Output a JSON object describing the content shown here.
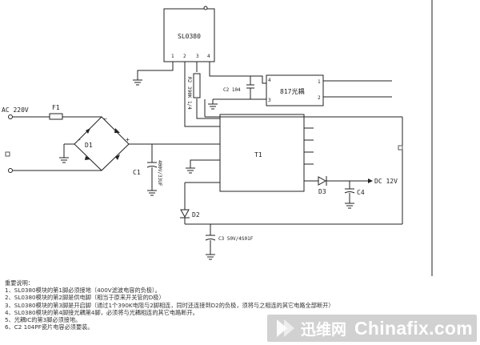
{
  "diagram": {
    "ic_sl0380": {
      "name": "SL0380",
      "pins": [
        "1",
        "2",
        "3",
        "4"
      ]
    },
    "r2": {
      "ref": "R2",
      "value": "390K 1/4"
    },
    "c2": {
      "label": "C2 104"
    },
    "optocoupler": {
      "name": "817光耦",
      "pins": [
        "4",
        "3",
        "1",
        "2"
      ]
    },
    "input": {
      "label": "AC 220V"
    },
    "fuse": {
      "ref": "F1"
    },
    "bridge": {
      "ref": "D1",
      "plus": "+",
      "minus": "-",
      "ac": "~"
    },
    "c1": {
      "ref": "C1",
      "value": "400V/33UF"
    },
    "transformer": {
      "ref": "T1"
    },
    "d3": {
      "ref": "D3"
    },
    "output": {
      "label": "DC 12V"
    },
    "c4": {
      "ref": "C4"
    },
    "d2": {
      "ref": "D2"
    },
    "c3": {
      "label": "C3 50V/4S01F"
    }
  },
  "notes": {
    "title": "重要说明：",
    "lines": [
      "1、SL0380模块的第1脚必须接地（400V滤波电容的负极）。",
      "2、SL0380模块的第2脚是供电脚（相当于原来开关管的D极）",
      "3、SL0380模块的第3脚是开启脚（通过1个390K电阻与2脚相连，同时还连接到D2的负极，须将与之相连的其它电路全部断开）",
      "4、SL0380模块的第4脚接光耦第4脚，必须将与光耦相连的其它电路断开。",
      "5、光耦IC的第3脚必须接地。",
      "6、C2 104PF瓷片电容必须要装。"
    ]
  },
  "watermark": {
    "cn": "迅维网",
    "en": "Chinafix.com"
  }
}
